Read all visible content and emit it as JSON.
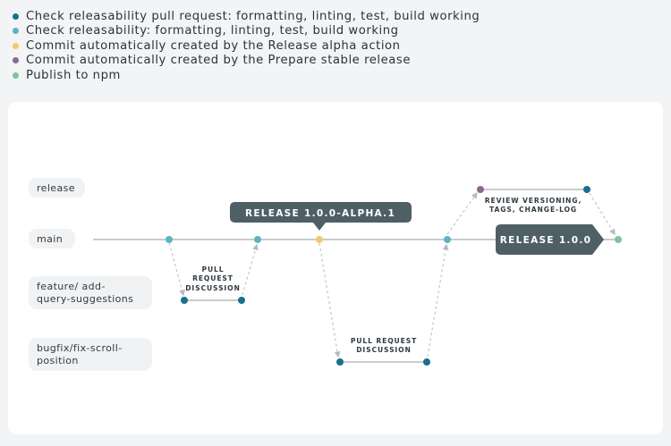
{
  "legend": [
    {
      "label": "Check releasability pull request: formatting, linting, test, build working",
      "color": "#1a6f8e"
    },
    {
      "label": "Check releasability: formatting, linting, test, build working",
      "color": "#5bb5c1"
    },
    {
      "label": "Commit automatically created by the Release alpha action",
      "color": "#f5c96b"
    },
    {
      "label": "Commit automatically created by the Prepare stable release",
      "color": "#8a6a8a"
    },
    {
      "label": "Publish to npm",
      "color": "#7fc49a"
    }
  ],
  "lanes": {
    "release": {
      "label": "release"
    },
    "main": {
      "label": "main"
    },
    "feature": {
      "label_line1": "feature/ add-",
      "label_line2": "query-suggestions"
    },
    "bugfix": {
      "label_line1": "bugfix/fix-scroll-",
      "label_line2": "position"
    }
  },
  "annotations": {
    "pr1": {
      "line1": "PULL",
      "line2": "REQUEST",
      "line3": "DISCUSSION"
    },
    "pr2": {
      "line1": "PULL REQUEST",
      "line2": "DISCUSSION"
    },
    "review": {
      "line1": "REVIEW VERSIONING,",
      "line2": "TAGS, CHANGE-LOG"
    }
  },
  "banners": {
    "alpha": {
      "label": "RELEASE 1.0.0-ALPHA.1",
      "color": "#4f5f66"
    },
    "stable": {
      "label": "RELEASE 1.0.0",
      "color": "#4f5f66"
    }
  },
  "colors": {
    "line": "#c8cccf",
    "arrow": "#b8bcbf",
    "lane_pill": "#f1f2f3"
  }
}
